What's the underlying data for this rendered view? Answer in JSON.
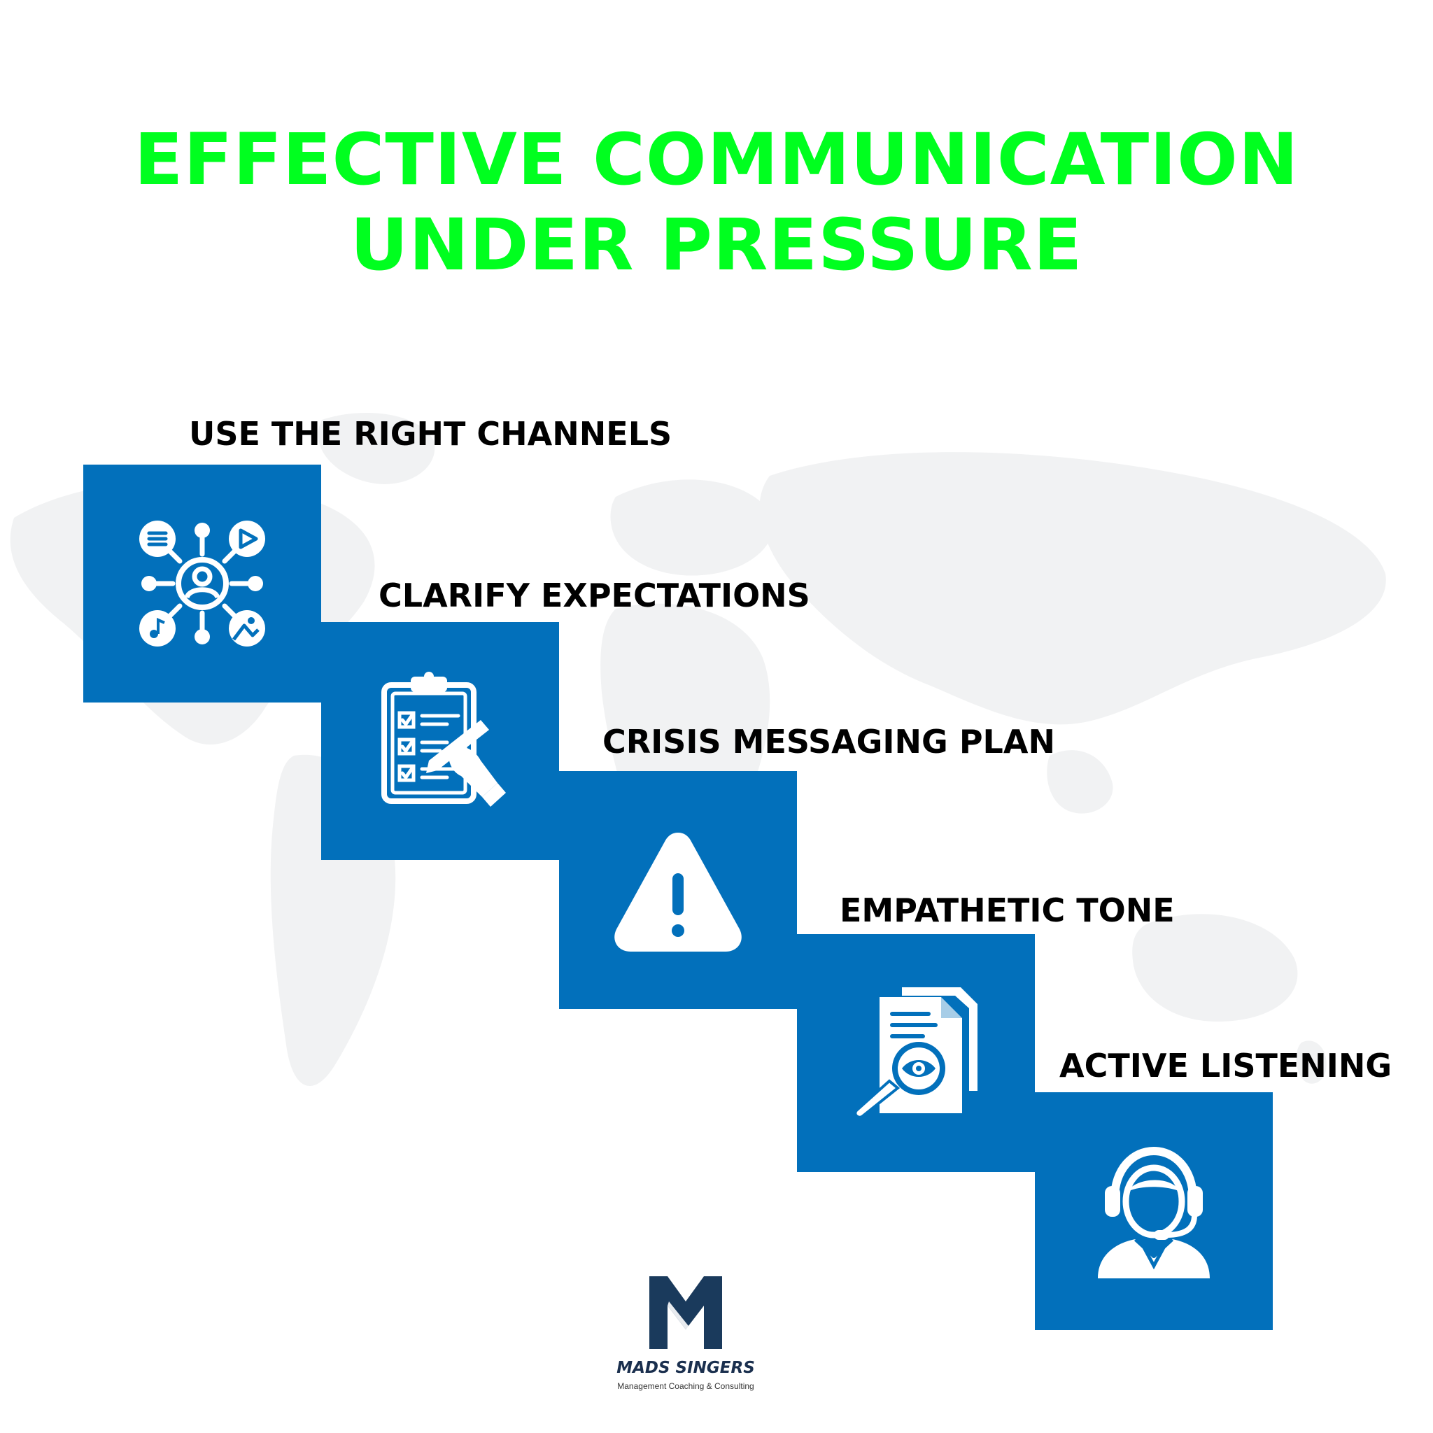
{
  "title": {
    "line1": "EFFECTIVE COMMUNICATION",
    "line2": "UNDER PRESSURE",
    "color": "#00ff1f"
  },
  "steps": [
    {
      "label": "USE THE RIGHT CHANNELS",
      "icon": "network-channels-icon"
    },
    {
      "label": "CLARIFY EXPECTATIONS",
      "icon": "clipboard-checklist-icon"
    },
    {
      "label": "CRISIS MESSAGING PLAN",
      "icon": "warning-triangle-icon"
    },
    {
      "label": "EMPATHETIC TONE",
      "icon": "document-search-icon"
    },
    {
      "label": "ACTIVE LISTENING",
      "icon": "headset-agent-icon"
    }
  ],
  "box_color": "#0270bb",
  "logo": {
    "brand": "MADS SINGERS",
    "tagline": "Management Coaching & Consulting",
    "color": "#1a3a5c"
  }
}
